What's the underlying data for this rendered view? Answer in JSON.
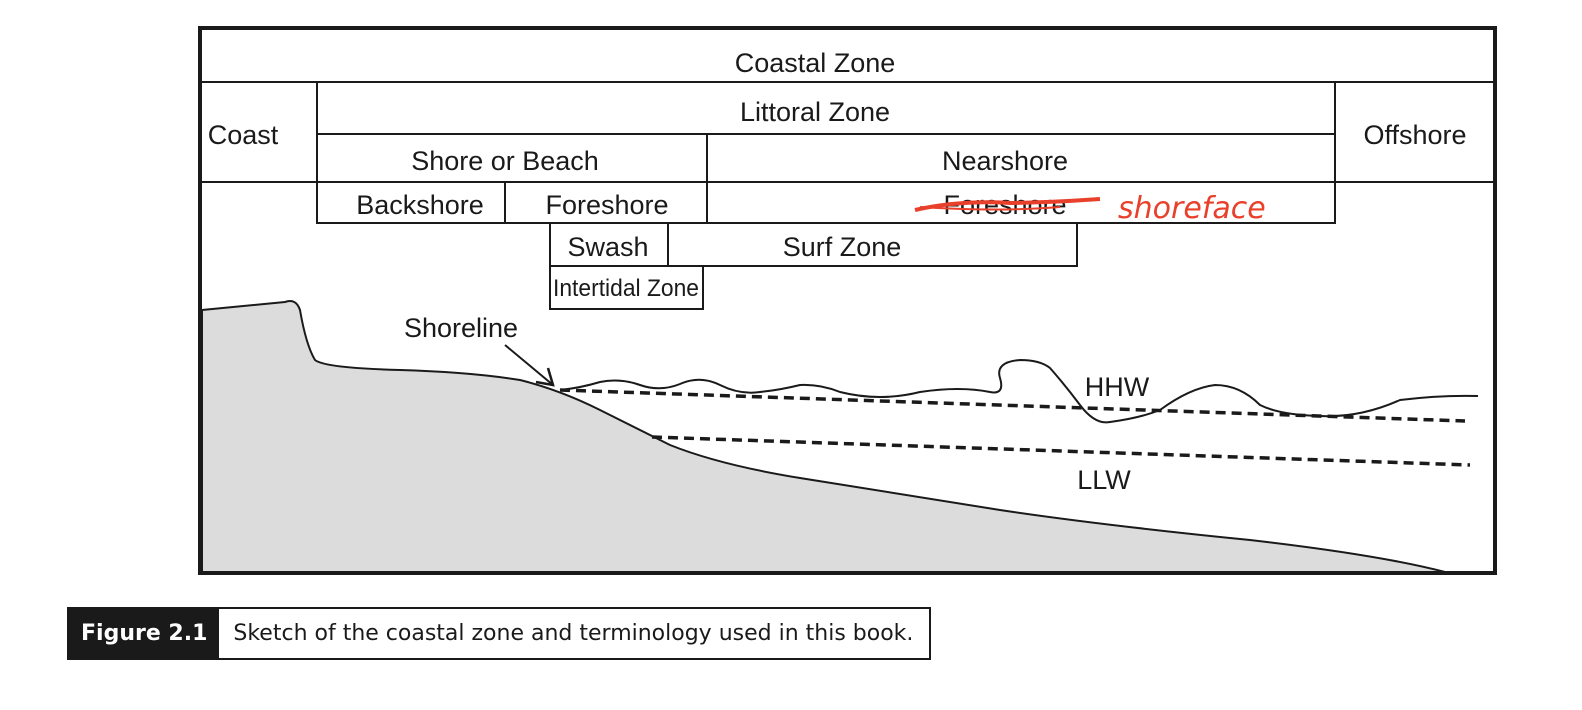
{
  "diagram": {
    "coastal_zone": "Coastal Zone",
    "coast": "Coast",
    "littoral_zone": "Littoral Zone",
    "offshore": "Offshore",
    "shore_or_beach": "Shore or Beach",
    "nearshore": "Nearshore",
    "backshore": "Backshore",
    "foreshore": "Foreshore",
    "foreshore_struck": "Foreshore",
    "handwritten_correction": "shoreface",
    "swash": "Swash",
    "surf_zone": "Surf Zone",
    "intertidal_zone": "Intertidal Zone",
    "shoreline": "Shoreline",
    "hhw": "HHW",
    "llw": "LLW",
    "colors": {
      "land": "#dcdcdc",
      "ink": "#1a1a1a",
      "annotation": "#e8402a"
    }
  },
  "caption": {
    "label": "Figure 2.1",
    "text": "Sketch of the coastal zone and terminology used in this book."
  }
}
